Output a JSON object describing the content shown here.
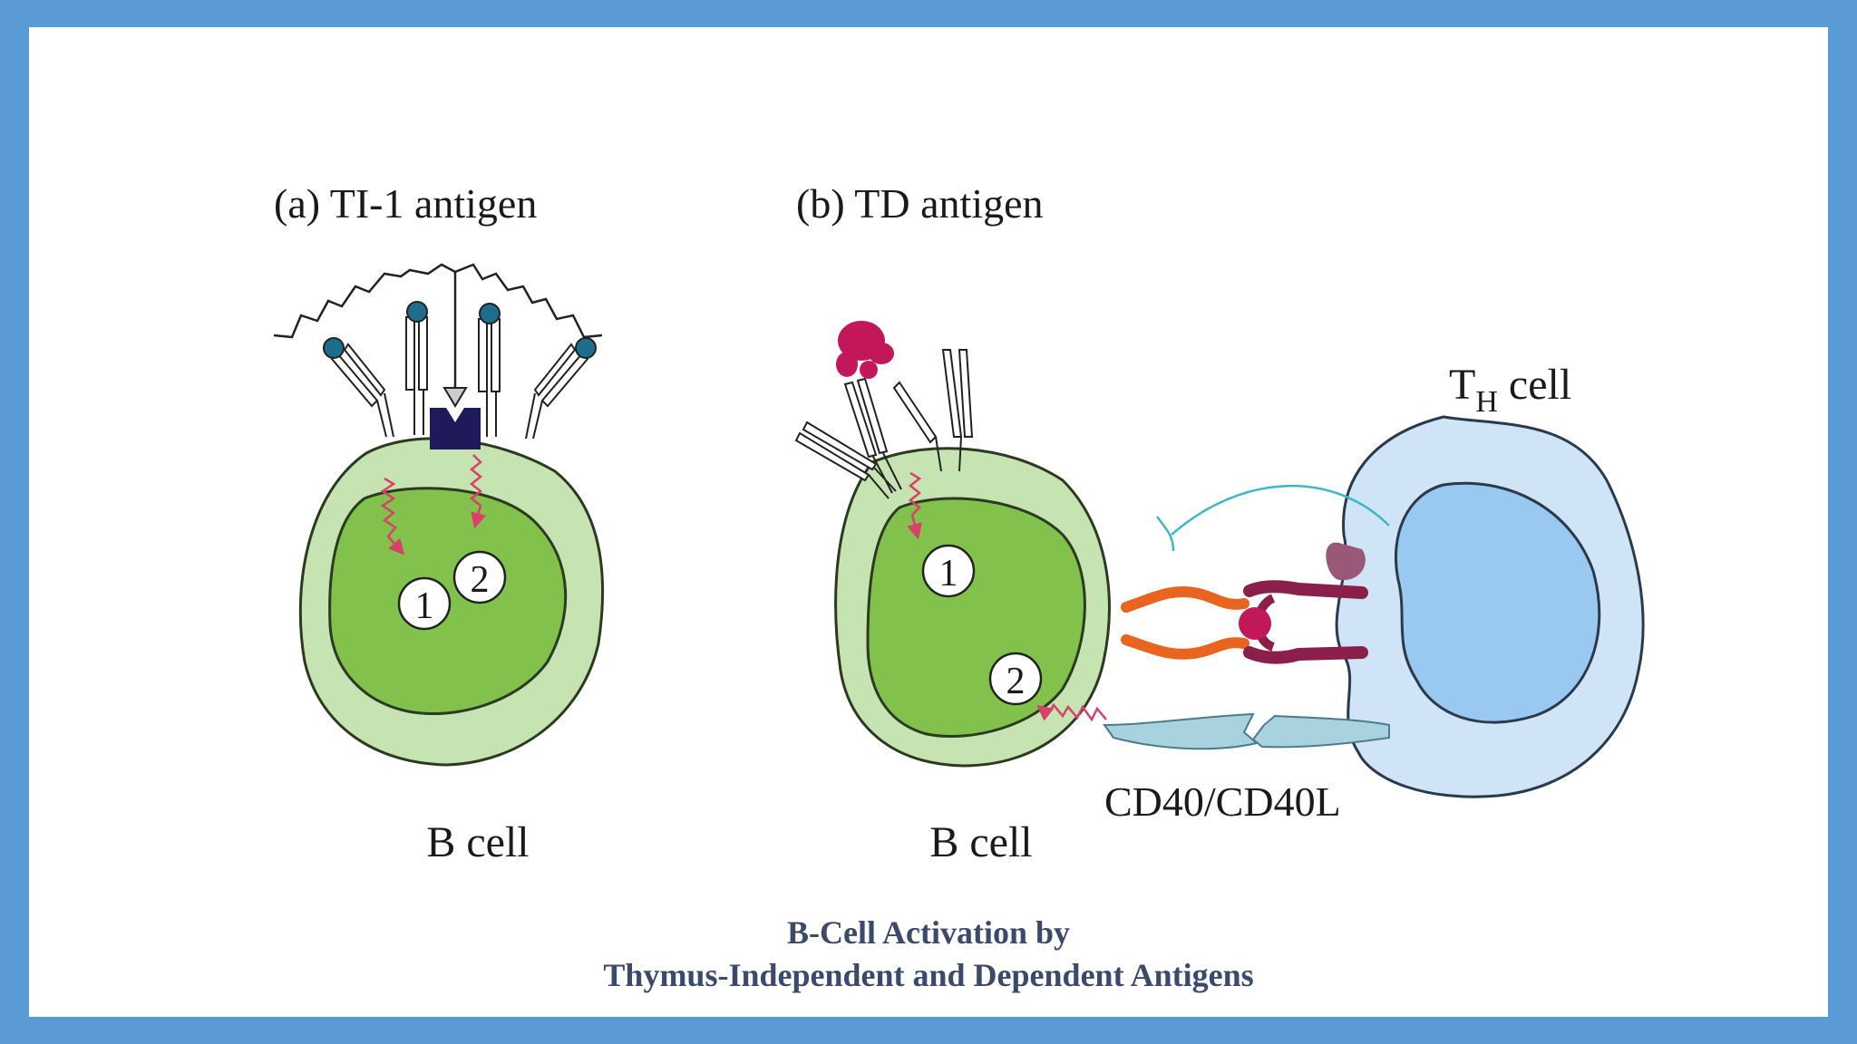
{
  "panel_a": {
    "title": "(a)  TI-1 antigen",
    "cell_label": "B cell",
    "signal_1": "1",
    "signal_2": "2"
  },
  "panel_b": {
    "title": "(b)  TD antigen",
    "cell_label": "B cell",
    "th_main": "T",
    "th_sub": "H",
    "th_rest": " cell",
    "receptor_label": "CD40/CD40L",
    "signal_1": "1",
    "signal_2": "2"
  },
  "caption": {
    "line1": "B-Cell Activation by",
    "line2": "Thymus-Independent and Dependent Antigens"
  },
  "colors": {
    "frame": "#5b9bd5",
    "b_cell_outer": "#c6e3b2",
    "b_cell_nucleus": "#82c24c",
    "th_cell_outer": "#cfe4f6",
    "th_cell_nucleus": "#99c8f0",
    "antigen_dot": "#1d6d8c",
    "td_antigen": "#c2185b",
    "cd40": "#e8641f",
    "tcr": "#8b1f4c",
    "signal_arrow": "#d9406a",
    "caption_text": "#3b4a6b"
  }
}
